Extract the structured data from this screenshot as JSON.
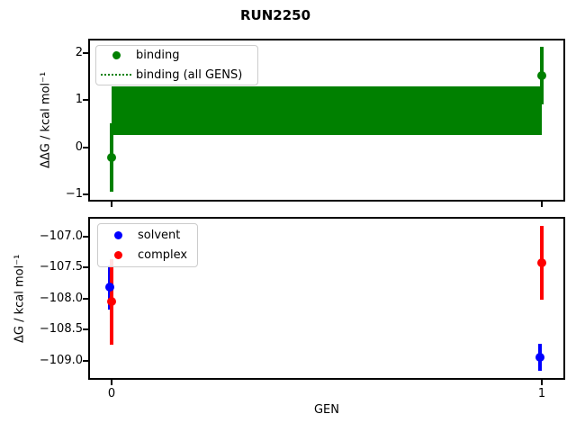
{
  "title": "RUN2250",
  "xlabel": "GEN",
  "chart_data": [
    {
      "type": "scatter",
      "panel": "top",
      "ylabel": "ΔΔG / kcal mol⁻¹",
      "ylim": [
        -1.11,
        2.26
      ],
      "ytick_values": [
        2,
        1,
        0,
        -1
      ],
      "ytick_labels": [
        "2",
        "1",
        "0",
        "−1"
      ],
      "xtick_values": [
        0,
        1
      ],
      "xtick_labels": [
        "0",
        "1"
      ],
      "show_xtick_labels": false,
      "grid": false,
      "legend_position": "upper left",
      "series": [
        {
          "name": "binding",
          "color": "#008000",
          "marker": "circle",
          "x": [
            0,
            1
          ],
          "y": [
            -0.22,
            1.52
          ],
          "yerr": [
            0.72,
            0.61
          ]
        }
      ],
      "band": {
        "name": "binding (all GENS)",
        "color": "#008000",
        "line_style": "dotted",
        "x": [
          0,
          1
        ],
        "y_lo": 0.27,
        "y_hi": 1.28
      }
    },
    {
      "type": "scatter",
      "panel": "bottom",
      "ylabel": "ΔG / kcal mol⁻¹",
      "ylim": [
        -109.28,
        -106.71
      ],
      "ytick_values": [
        -107.0,
        -107.5,
        -108.0,
        -108.5,
        -109.0
      ],
      "ytick_labels": [
        "−107.0",
        "−107.5",
        "−108.0",
        "−108.5",
        "−109.0"
      ],
      "xtick_values": [
        0,
        1
      ],
      "xtick_labels": [
        "0",
        "1"
      ],
      "show_xtick_labels": true,
      "grid": false,
      "legend_position": "upper left",
      "series": [
        {
          "name": "solvent",
          "color": "#0000ff",
          "marker": "circle",
          "x": [
            0,
            1
          ],
          "y": [
            -107.82,
            -108.95
          ],
          "yerr": [
            0.35,
            0.22
          ]
        },
        {
          "name": "complex",
          "color": "#ff0000",
          "marker": "circle",
          "x": [
            0,
            1
          ],
          "y": [
            -108.05,
            -107.42
          ],
          "yerr": [
            0.69,
            0.59
          ]
        }
      ]
    }
  ]
}
